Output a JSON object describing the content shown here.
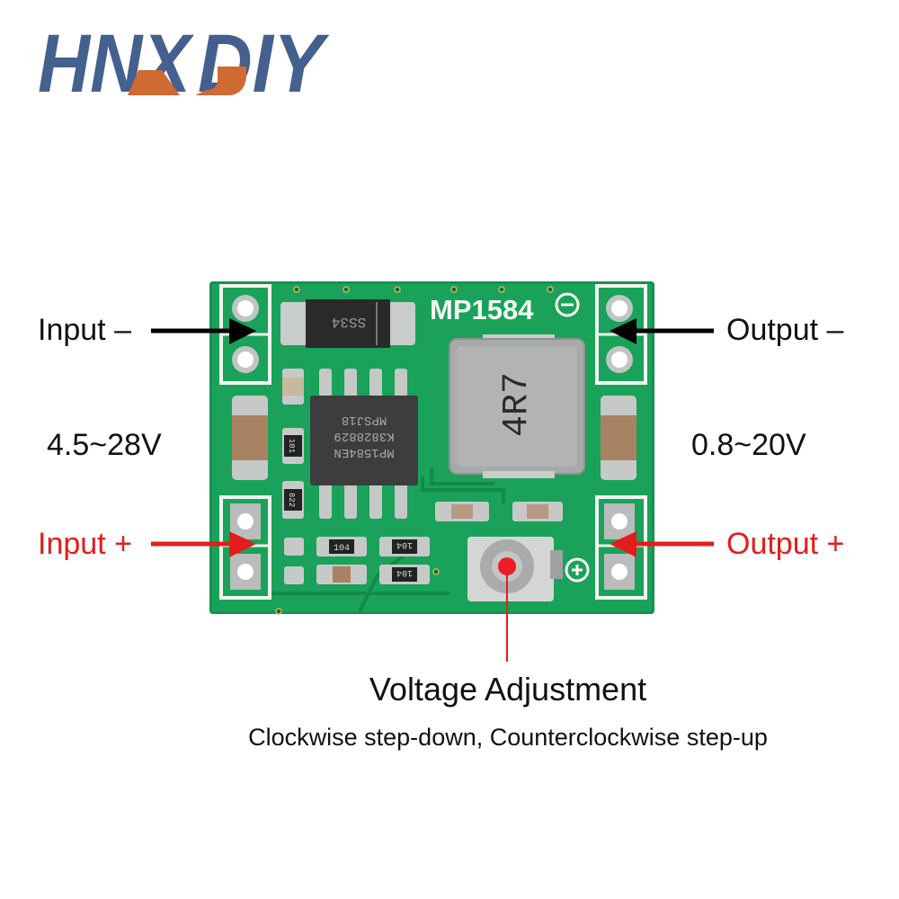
{
  "brand": {
    "logo_text_part1": "HNX",
    "logo_text_part2": "DIY",
    "primary_color": "#44608f",
    "accent_color": "#cf6a33"
  },
  "board": {
    "chip_label": "MP1584",
    "ic_marking": [
      "MP1584EN",
      "K3828829",
      "MPSJ18"
    ],
    "diode_marking": "SS34",
    "inductor_marking": "4R7",
    "resistor_markings": [
      "101",
      "822",
      "104",
      "104",
      "104"
    ],
    "pcb_color": "#1aa25a"
  },
  "annotations": {
    "input_minus": "Input –",
    "input_plus": "Input +",
    "input_range": "4.5~28V",
    "output_minus": "Output –",
    "output_plus": "Output +",
    "output_range": "0.8~20V",
    "adjust_title": "Voltage Adjustment",
    "adjust_subtitle": "Clockwise step-down, Counterclockwise step-up",
    "arrow_negative_color": "#000000",
    "arrow_positive_color": "#e31c1c"
  }
}
